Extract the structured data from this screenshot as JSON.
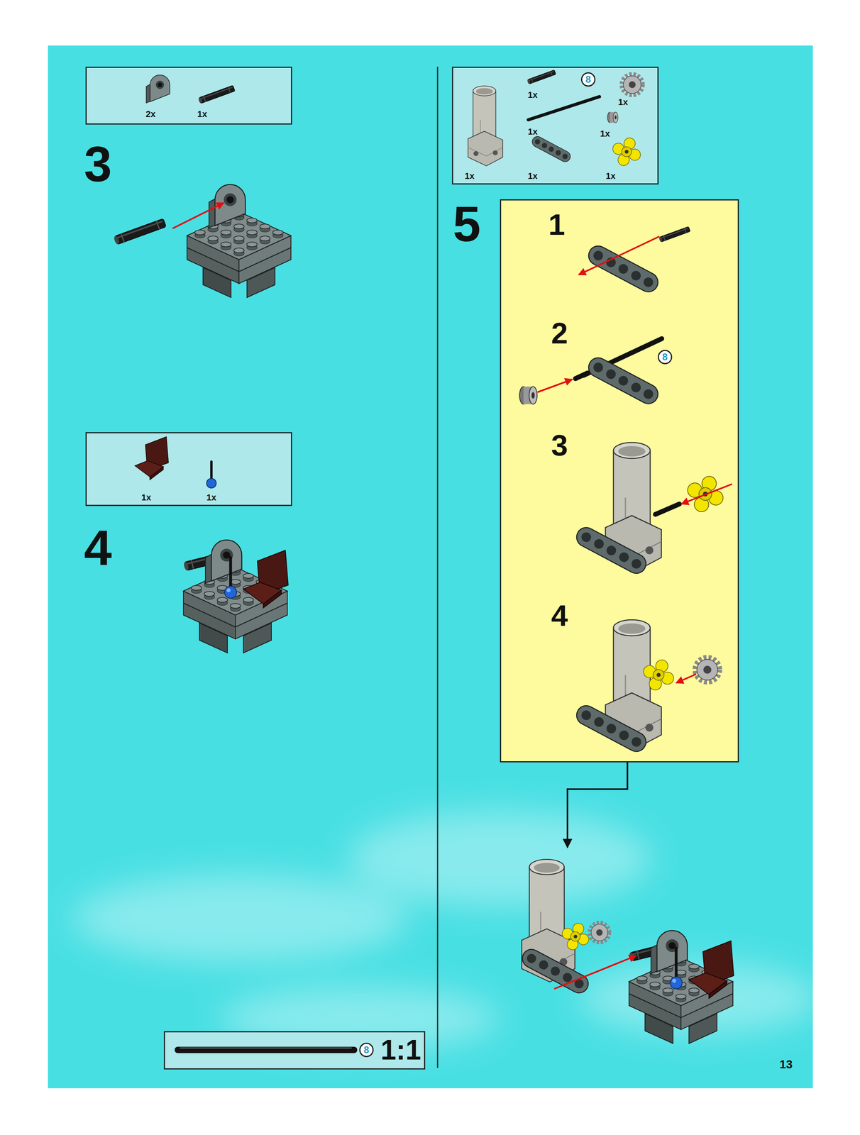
{
  "diagram": {
    "nodes": [
      {
        "text": [
          "2x",
          "1x"
        ]
      },
      {
        "text": [
          "1x",
          "1x"
        ]
      },
      {
        "text": [
          "1x",
          "8",
          "1x",
          "1x",
          "1x",
          "1x",
          "1x",
          "1x"
        ]
      },
      {
        "text": [
          "1",
          "2",
          "3",
          "4",
          "8"
        ]
      },
      {
        "text": [
          "8",
          "1:1"
        ]
      }
    ],
    "labels": [
      "3",
      "4",
      "5",
      "13"
    ]
  }
}
